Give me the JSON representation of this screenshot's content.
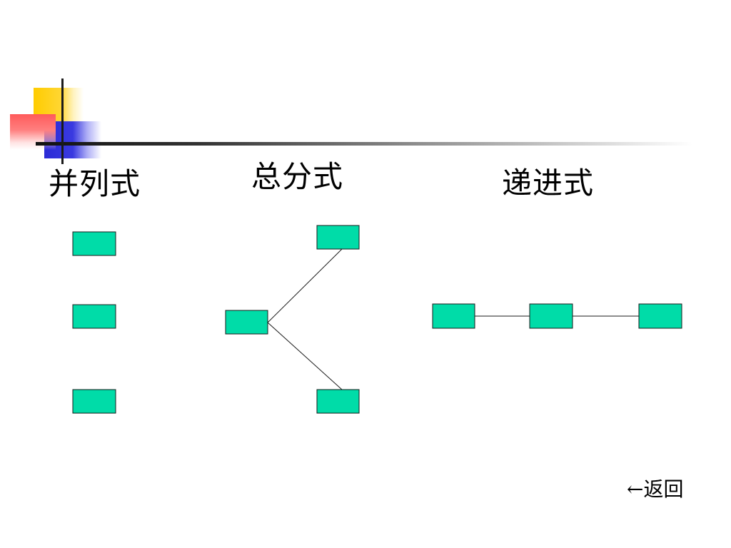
{
  "labels": {
    "parallel": "并列式",
    "general_specific": "总分式",
    "progressive": "递进式"
  },
  "back_link": "←返回",
  "colors": {
    "box_fill": "#00dca8",
    "line": "#1a1a1a",
    "accent_yellow": "#ffcc00",
    "accent_blue": "#2b2bd6",
    "accent_red": "#ff5a5a"
  }
}
